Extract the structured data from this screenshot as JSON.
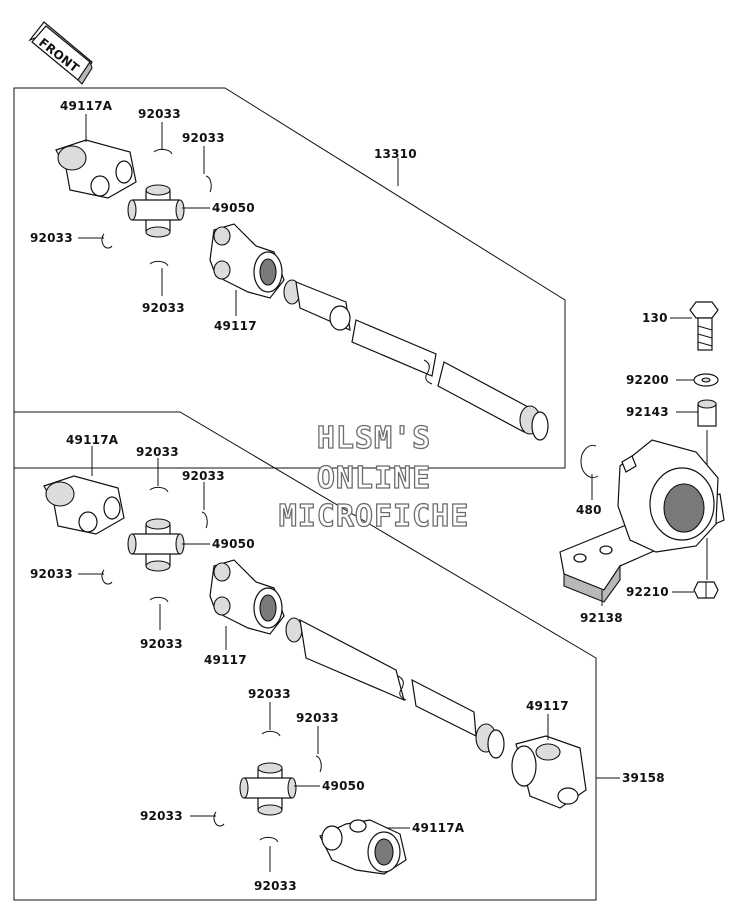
{
  "front_label": "FRONT",
  "watermark": [
    "HLSM'S",
    "ONLINE",
    "MICROFICHE"
  ],
  "callouts": {
    "top": {
      "yoke_a": "49117A",
      "clip_1": "92033",
      "clip_2": "92033",
      "assembly": "13310",
      "spider": "49050",
      "clip_3": "92033",
      "clip_4": "92033",
      "yoke": "49117"
    },
    "bottom": {
      "yoke_a": "49117A",
      "clip_1": "92033",
      "clip_2": "92033",
      "spider": "49050",
      "clip_3": "92033",
      "clip_4": "92033",
      "yoke": "49117",
      "clip_5": "92033",
      "clip_6": "92033",
      "yoke_rear": "49117",
      "spider_rear": "49050",
      "assembly": "39158",
      "clip_7": "92033",
      "yoke_a_rear": "49117A",
      "clip_8": "92033"
    },
    "bearing": {
      "bolt": "130",
      "washer": "92200",
      "collar": "92143",
      "snap_ring": "480",
      "nut": "92210",
      "housing": "92138"
    }
  }
}
